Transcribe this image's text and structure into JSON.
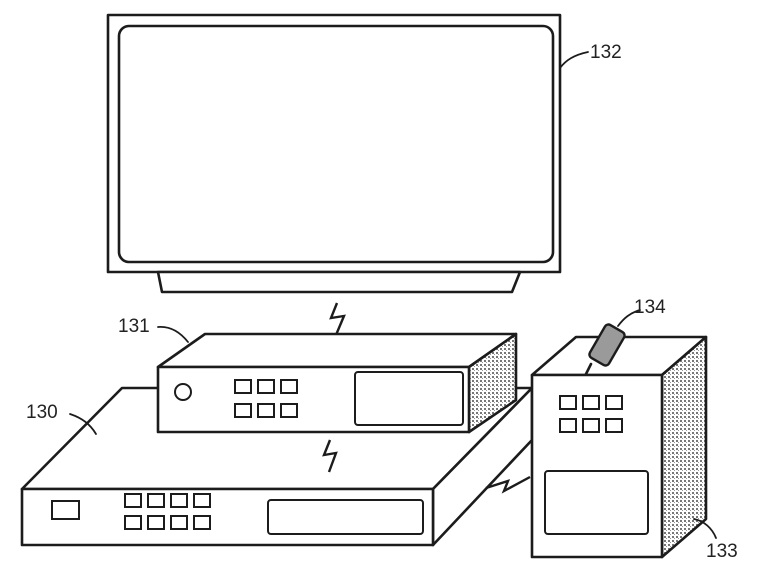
{
  "figure": {
    "labels": {
      "tv": "132",
      "set_top_box": "131",
      "base_unit": "130",
      "tower_unit": "133",
      "dongle": "134"
    }
  }
}
